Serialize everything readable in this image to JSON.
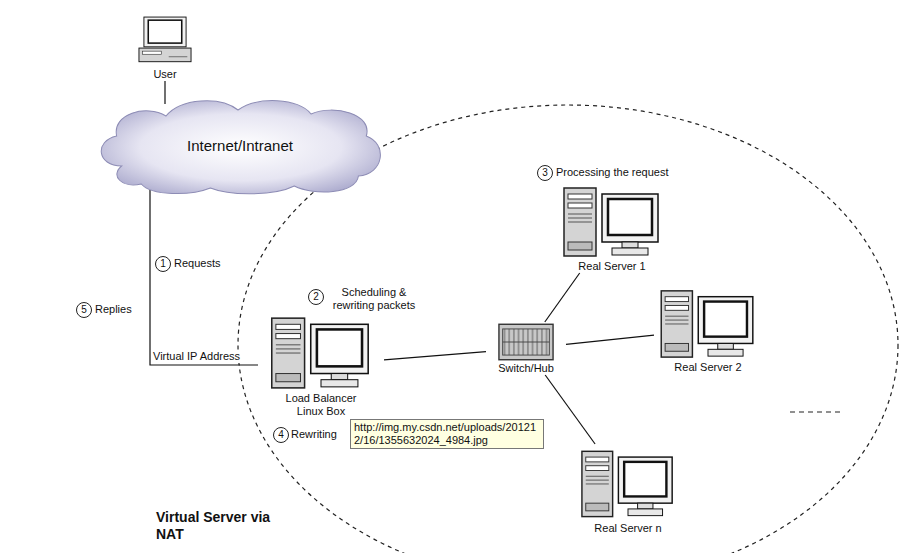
{
  "diagram": {
    "title": "Virtual Server via NAT",
    "nodes": [
      {
        "text": [
          "User"
        ]
      },
      {
        "text": [
          "Internet/Intranet"
        ]
      },
      {
        "text": [
          "Real Server 1"
        ]
      },
      {
        "text": [
          "Load Balancer Linux Box"
        ]
      },
      {
        "text": [
          "Switch/Hub"
        ]
      },
      {
        "text": [
          "Real Server 2"
        ]
      },
      {
        "text": [
          "Real Server n"
        ]
      }
    ],
    "edges": [
      {
        "from": 0,
        "to": 1,
        "arrow": "none"
      },
      {
        "from": 1,
        "to": 3,
        "arrow": "none"
      },
      {
        "from": 3,
        "to": 4,
        "arrow": "none"
      },
      {
        "from": 4,
        "to": 2,
        "arrow": "none"
      },
      {
        "from": 4,
        "to": 5,
        "arrow": "none"
      },
      {
        "from": 4,
        "to": 6,
        "arrow": "none"
      }
    ],
    "labels": [
      "1",
      "Requests",
      "5",
      "Replies",
      "Virtual IP Address",
      "2",
      "Scheduling & rewriting packets",
      "3",
      "Processing the request",
      "4",
      "Rewriting",
      "http://img.my.csdn.net/uploads/201212/16/1355632024_4984.jpg"
    ]
  }
}
